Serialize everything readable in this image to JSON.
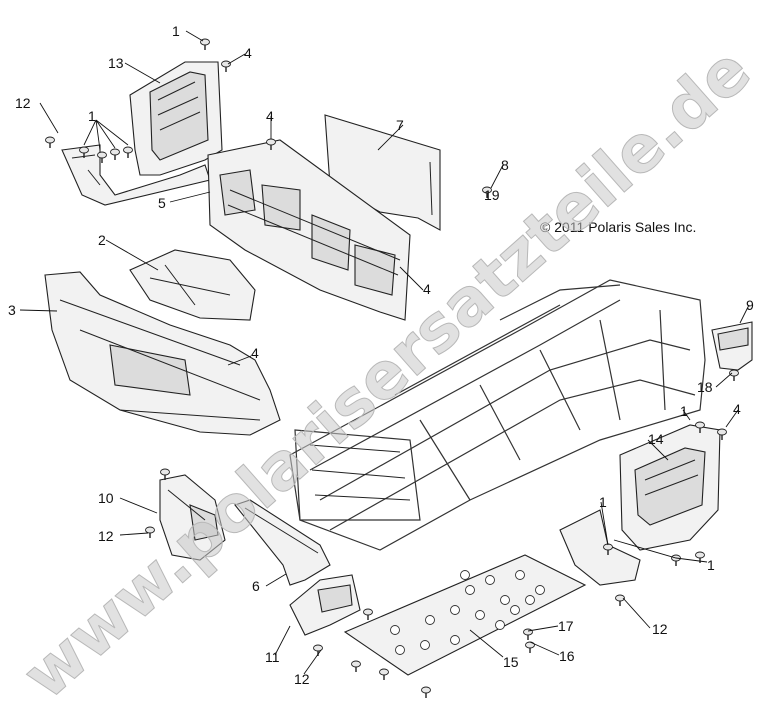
{
  "diagram": {
    "copyright": "© 2011 Polaris Sales Inc.",
    "watermark": "www.polarisersatzteile.de",
    "callouts": [
      {
        "label": "1"
      },
      {
        "label": "4"
      },
      {
        "label": "13"
      },
      {
        "label": "12"
      },
      {
        "label": "1"
      },
      {
        "label": "4"
      },
      {
        "label": "7"
      },
      {
        "label": "5"
      },
      {
        "label": "8"
      },
      {
        "label": "19"
      },
      {
        "label": "2"
      },
      {
        "label": "3"
      },
      {
        "label": "4"
      },
      {
        "label": "4"
      },
      {
        "label": "9"
      },
      {
        "label": "18"
      },
      {
        "label": "1"
      },
      {
        "label": "4"
      },
      {
        "label": "14"
      },
      {
        "label": "10"
      },
      {
        "label": "12"
      },
      {
        "label": "1"
      },
      {
        "label": "1"
      },
      {
        "label": "6"
      },
      {
        "label": "11"
      },
      {
        "label": "12"
      },
      {
        "label": "15"
      },
      {
        "label": "17"
      },
      {
        "label": "16"
      },
      {
        "label": "12"
      }
    ]
  }
}
